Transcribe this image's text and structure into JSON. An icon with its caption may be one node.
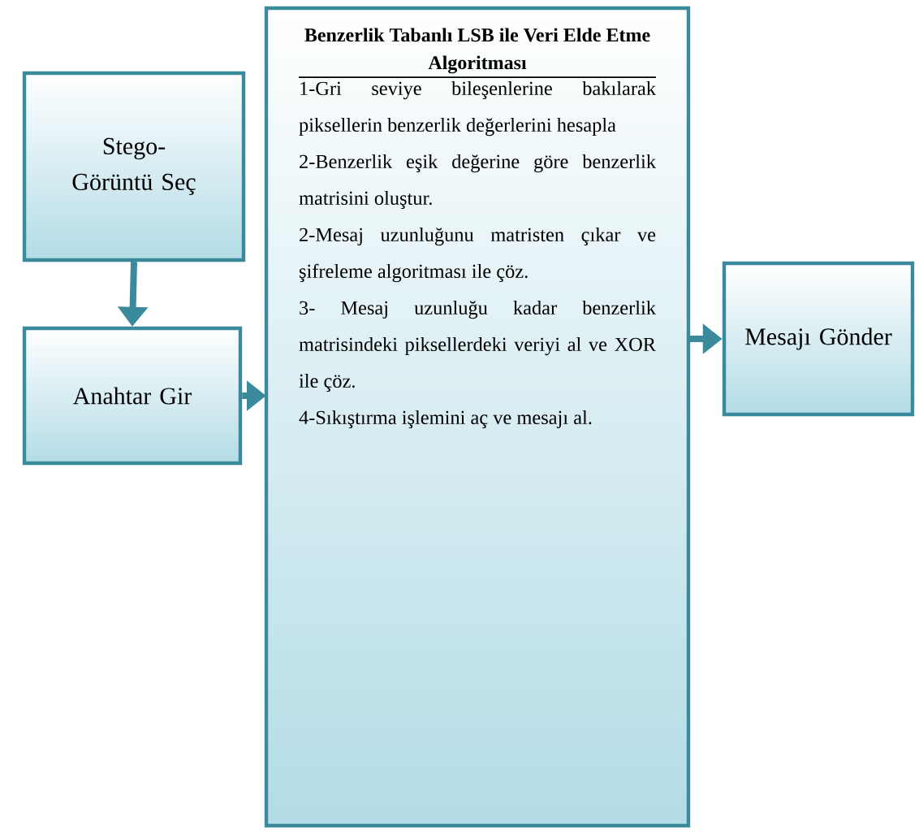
{
  "diagram": {
    "nodes": [
      {
        "text": [
          "Stego-Görüntü Seç"
        ]
      },
      {
        "text": [
          "Anahtar Gir"
        ]
      },
      {
        "text": [
          "Benzerlik Tabanlı LSB ile Veri Elde Etme Algoritması",
          "1-Gri seviye bileşenlerine bakılarak piksellerin benzerlik değerlerini hesapla",
          "2-Benzerlik eşik değerine göre benzerlik matrisini oluştur.",
          "2-Mesaj uzunluğunu matristen çıkar ve şifreleme algoritması ile çöz.",
          "3- Mesaj uzunluğu kadar benzerlik matrisindeki piksellerdeki veriyi al ve XOR ile çöz.",
          "4-Sıkıştırma işlemini aç ve mesajı al."
        ]
      },
      {
        "text": [
          "Mesajı Gönder"
        ]
      }
    ],
    "edges": [
      {
        "from": 0,
        "to": 1,
        "arrow": "to"
      },
      {
        "from": 1,
        "to": 2,
        "arrow": "to"
      },
      {
        "from": 2,
        "to": 3,
        "arrow": "to"
      }
    ]
  }
}
